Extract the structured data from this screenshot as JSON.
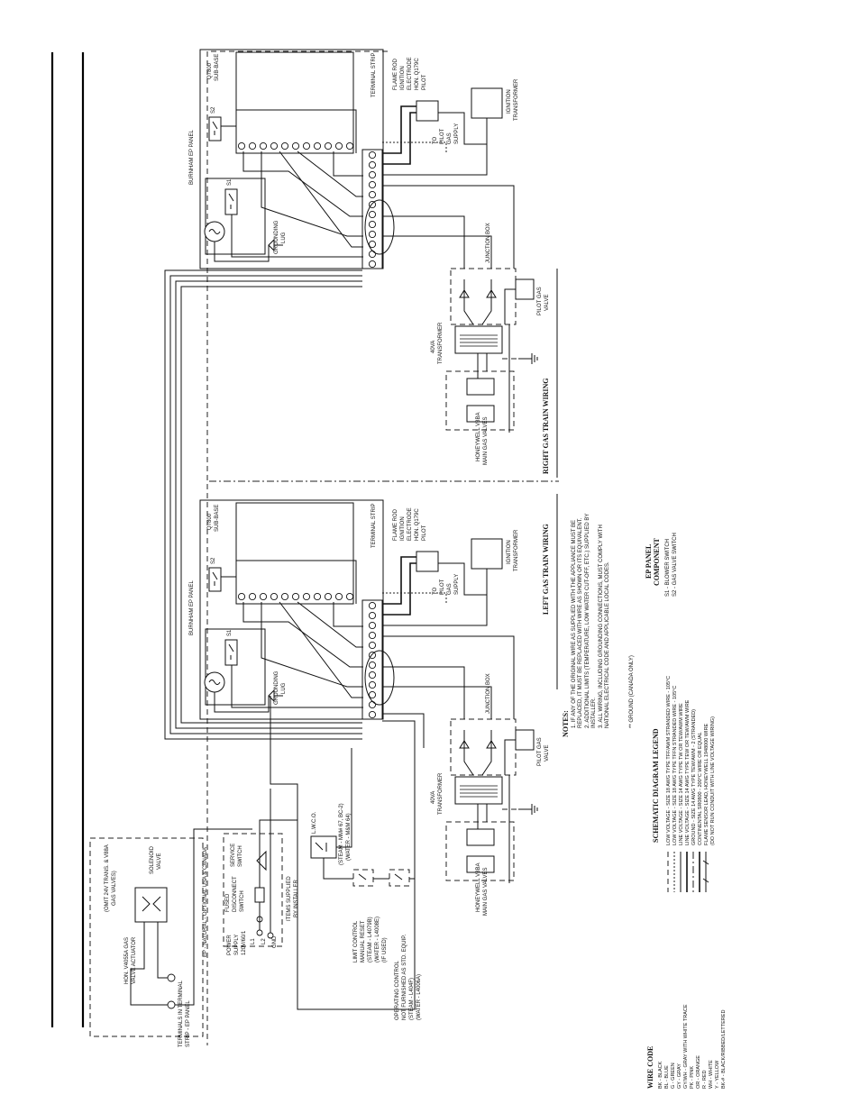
{
  "panels": {
    "right": {
      "panel_title": "BURNHAM EP PANEL",
      "subbase_model": "Q7800",
      "subbase_label": "SUB-BASE",
      "terminal_strip": "TERMINAL STRIP",
      "flame_rod": "FLAME ROD",
      "ignition": "IGNITION",
      "electrode": "ELECTRODE",
      "pilot_model": "HON. Q179C",
      "pilot": "PILOT",
      "to_pilot": "TO",
      "pilot_word": "PILOT",
      "gas_word": "GAS",
      "supply_word": "SUPPLY",
      "ign_transformer_1": "IGNITION",
      "ign_transformer_2": "TRANSFORMER",
      "grounding_1": "GROUNDING",
      "grounding_2": "LUG",
      "junction_box": "JUNCTION BOX",
      "transformer_1": "40VA",
      "transformer_2": "TRANSFORMER",
      "pilot_valve_1": "PILOT GAS",
      "pilot_valve_2": "VALVE",
      "main_valve_1": "HONEYWELL V8BA",
      "main_valve_2": "MAIN GAS VALVES",
      "s1": "S1",
      "s2": "S2"
    },
    "left": {
      "panel_title": "BURNHAM EP PANEL",
      "subbase_model": "Q7800",
      "subbase_label": "SUB-BASE",
      "terminal_strip": "TERMINAL STRIP",
      "flame_rod": "FLAME ROD",
      "ignition": "IGNITION",
      "electrode": "ELECTRODE",
      "pilot_model": "HON. Q179C",
      "pilot": "PILOT",
      "to_pilot": "TO",
      "pilot_word": "PILOT",
      "gas_word": "GAS",
      "supply_word": "SUPPLY",
      "ign_transformer_1": "IGNITION",
      "ign_transformer_2": "TRANSFORMER",
      "grounding_1": "GROUNDING",
      "grounding_2": "LUG",
      "junction_box": "JUNCTION BOX",
      "transformer_1": "40VA",
      "transformer_2": "TRANSFORMER",
      "pilot_valve_1": "PILOT GAS",
      "pilot_valve_2": "VALVE",
      "main_valve_1": "HONEYWELL V8BA",
      "main_valve_2": "MAIN GAS VALVES",
      "s1": "S1",
      "s2": "S2"
    }
  },
  "titles": {
    "left_train": "LEFT GAS TRAIN WIRING",
    "right_train": "RIGHT GAS TRAIN WIRING"
  },
  "field": {
    "actuator_1": "HON. V4055A GAS",
    "actuator_2": "VALVE ACTUATOR",
    "omit_1": "(OMIT 24V TRANS. & V88A",
    "omit_2": "GAS VALVES)",
    "solenoid_1": "SOLENOID",
    "solenoid_2": "VALVE",
    "terminals_1": "TERMINALS IN TERMINAL",
    "terminals_2": "STRIP - EP PANEL",
    "option": "EP - NATURAL - OPTIONAL USA & CANADA",
    "power_1": "POWER",
    "power_2": "SUPPLY",
    "power_3": "120V/60/1",
    "fused_1": "FUSED",
    "fused_2": "DISCONNECT",
    "fused_3": "SWITCH",
    "service_1": "SERVICE",
    "service_2": "SWITCH",
    "l1": "L1",
    "l2": "L2",
    "gnd": "GND",
    "items_1": "ITEMS SUPPLIED",
    "items_2": "BY INSTALLER",
    "lwco_1": "L.W.C.O.",
    "lwco_2": "(STEAM - MM# 67, BC-2)",
    "lwco_3": "(WATER - M&M 64)",
    "limit_1": "LIMIT CONTROL",
    "limit_2": "MANUAL RESET",
    "limit_3": "(STEAM - L4079B)",
    "limit_4": "(WATER - L4008E)",
    "limit_5": "(IF USED)",
    "op_1": "OPERATING CONTROL",
    "op_2": "NOT FURNISHED AS STD. EQUIP.",
    "op_3": "(STEAM - L404F)",
    "op_4": "(WATER - L4006A)"
  },
  "notes": {
    "heading": "NOTES:",
    "lines": [
      "1.  IF ANY OF THE ORIGINAL WIRE AS SUPPLIED WITH THE APPLIANCE MUST BE",
      "     REPLACED, IT MUST BE REPLACED WITH WIRE AS SHOWN OR ITS EQUIVALENT.",
      "2.  ADDITIONAL LIMITS (TEMPERATURE, LOW WATER CUT-OFF, ETC.) SUPPLIED BY",
      "     INSTALLER.",
      "3.  ALL WIRING, INCLUDING GROUNDING CONNECTIONS, MUST COMPLY WITH",
      "     NATIONAL ELECTRICAL CODE AND APPLICABLE LOCAL CODES."
    ],
    "ground": "** GROUND (CANADA ONLY)"
  },
  "legend": {
    "title": "SCHEMATIC DIAGRAM LEGEND",
    "lines": [
      "LOW VOLTAGE - SIZE 18 AWG TYPE TFF/AWM STRANDED WIRE - 105°C",
      "LOW VOLTAGE - SIZE 18 AWG TYPE TFFN STRANDED WIRE - 105°C",
      "LINE VOLTAGE - SIZE 14 AWG TYPE TW OR TEW/AWM WIRE",
      "LINE VOLTAGE - SIZE 14 AWG TYPE TEW OR TEW/AWM WIRE",
      "GROUND - SIZE 14 AWG TYPE TEW/AWM - 2 (STRANDED)",
      "CONTINENTAL SR0800 - 200°C WIRE OR EQUAL",
      "FLAME SENSOR LEAD, HONEYWELL 1948000 WIRE",
      "(DO NOT RUN CONDUIT WITH LINE VOLTAGE WIRING)"
    ]
  },
  "ep_component": {
    "title_1": "EP PANEL",
    "title_2": "COMPONENT",
    "items": [
      "S1 - BLOWER SWITCH",
      "S2 - GAS VALVE SWITCH"
    ]
  },
  "wire_code": {
    "title": "WIRE CODE",
    "items": [
      "BK  -  BLACK",
      "BL  -  BLUE",
      "G  -  GREEN",
      "GY  -  GRAY",
      "GY/WH  -  GRAY WITH WHITE TRACE",
      "PK  -  PINK",
      "OR  -  ORANGE",
      "R  -  RED",
      "WH  -  WHITE",
      "Y  -  YELLOW",
      "BK-#  -  BLACK/RIBBED/LETTERED"
    ]
  }
}
